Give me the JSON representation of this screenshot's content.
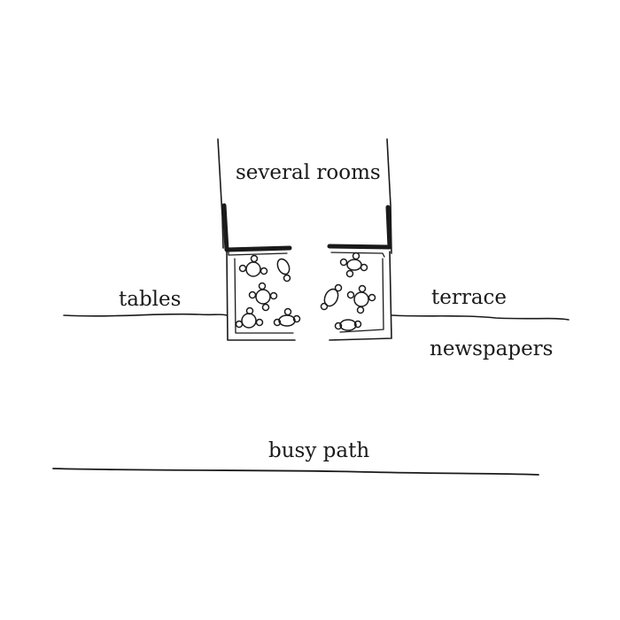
{
  "labels": {
    "rooms": "several rooms",
    "tables": "tables",
    "terrace": "terrace",
    "newspapers": "newspapers",
    "path": "busy path"
  },
  "colors": {
    "ink": "#1a1a1a",
    "background": "#ffffff"
  }
}
